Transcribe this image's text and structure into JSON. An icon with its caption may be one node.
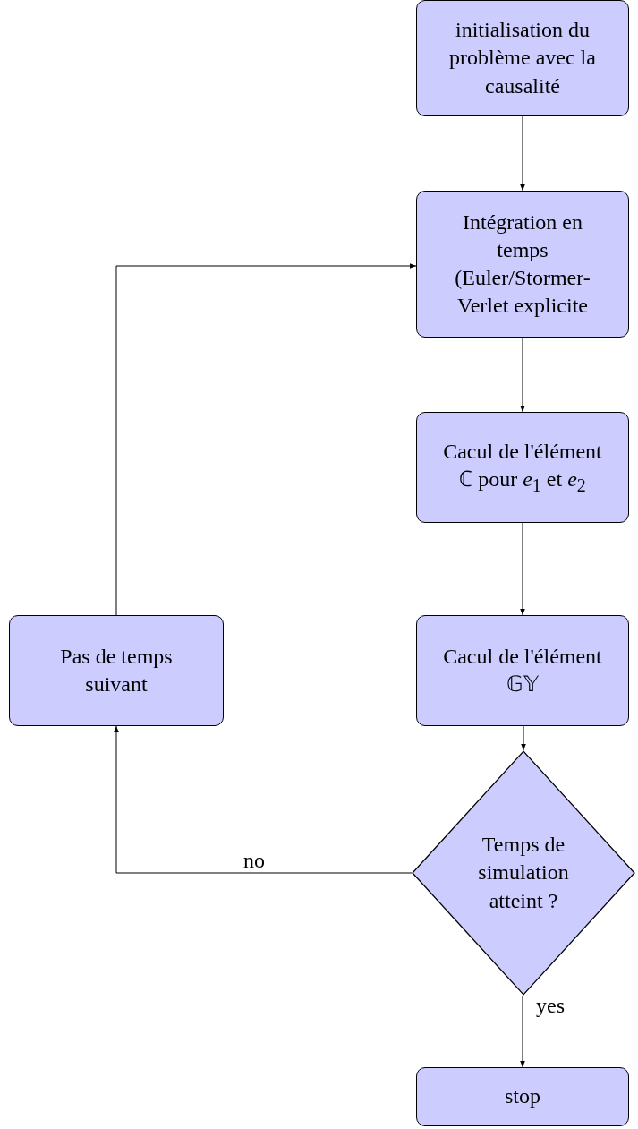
{
  "diagram": {
    "nodes": [
      {
        "text": [
          "initialisation du problème avec la causalité"
        ]
      },
      {
        "text": [
          "Intégration en temps (Euler/Stormer-Verlet explicite"
        ]
      },
      {
        "text": [
          "Cacul de l'élément ℂ pour *e*$_{1}$ et *e*$_{2}$"
        ]
      },
      {
        "text": [
          "Cacul de l'élément 𝔾𝕐"
        ]
      },
      {
        "text": [
          "Pas de temps suivant"
        ]
      },
      {
        "text": [
          "Temps de simulation atteint ?"
        ]
      },
      {
        "text": [
          "stop"
        ]
      }
    ],
    "edges": [
      {
        "from": 0,
        "to": 1,
        "arrow": "to"
      },
      {
        "from": 1,
        "to": 2,
        "arrow": "to"
      },
      {
        "from": 2,
        "to": 3,
        "arrow": "to"
      },
      {
        "from": 3,
        "to": 5,
        "arrow": "to"
      },
      {
        "from": 5,
        "to": 6,
        "arrow": "to",
        "label": "yes"
      },
      {
        "from": 5,
        "to": 4,
        "arrow": "to",
        "label": "no"
      },
      {
        "from": 4,
        "to": 1,
        "arrow": "to"
      }
    ]
  }
}
